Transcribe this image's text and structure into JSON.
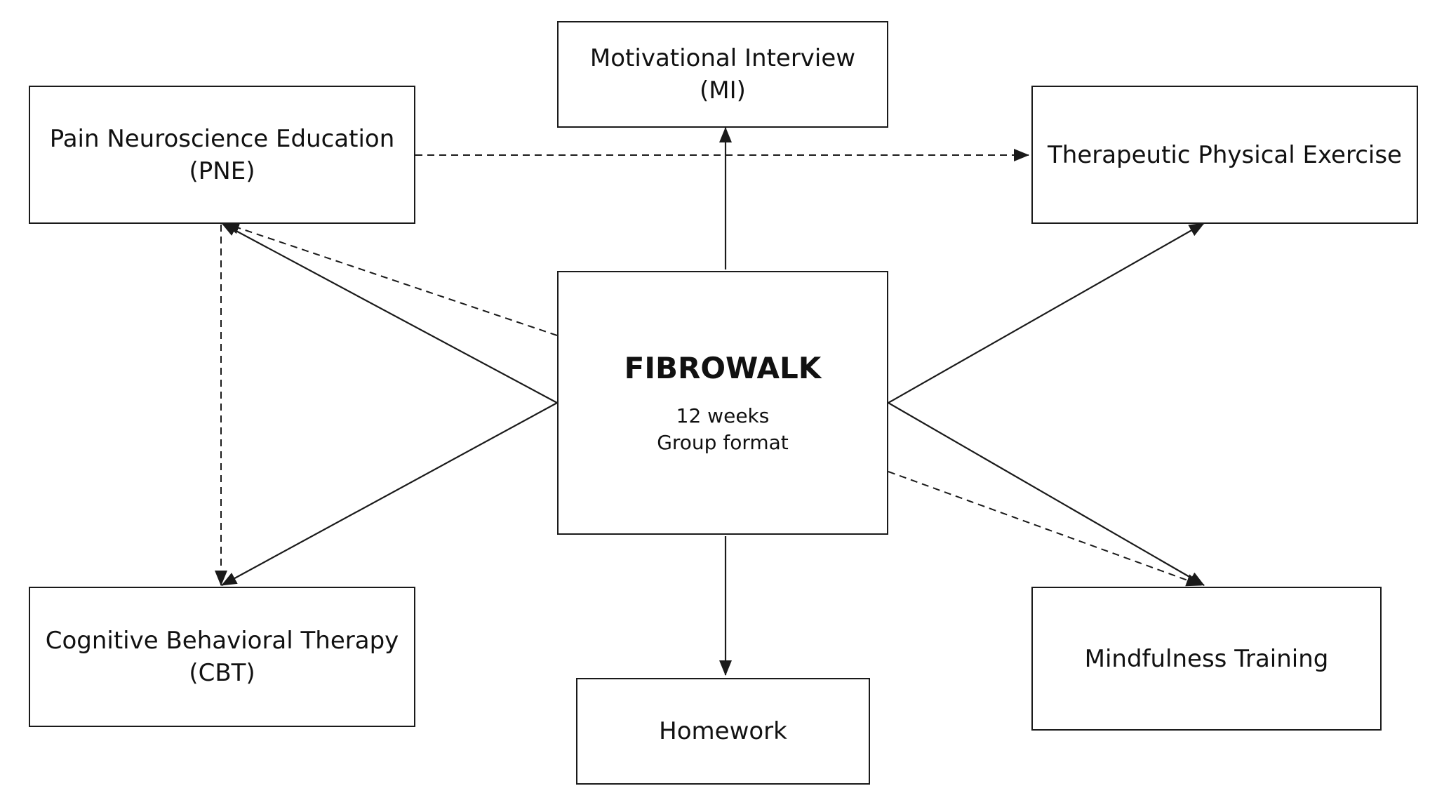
{
  "diagram": {
    "center": {
      "title": "FIBROWALK",
      "duration": "12 weeks",
      "format": "Group format"
    },
    "nodes": {
      "pne": {
        "line1": "Pain Neuroscience Education",
        "line2": "(PNE)"
      },
      "mi": {
        "line1": "Motivational Interview",
        "line2": "(MI)"
      },
      "tpe": {
        "line1": "Therapeutic Physical Exercise"
      },
      "cbt": {
        "line1": "Cognitive Behavioral Therapy",
        "line2": "(CBT)"
      },
      "homework": {
        "line1": "Homework"
      },
      "mindfulness": {
        "line1": "Mindfulness Training"
      }
    },
    "colors": {
      "stroke": "#1a1a1a",
      "background": "#ffffff"
    }
  }
}
